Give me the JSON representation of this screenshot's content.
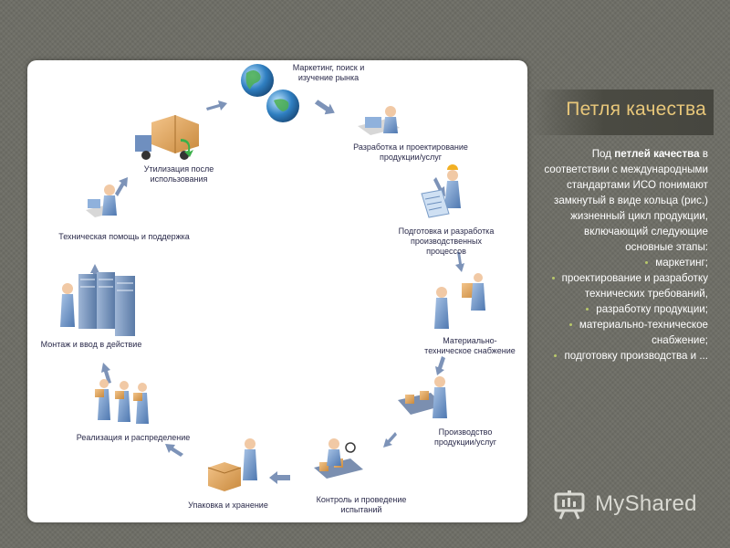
{
  "slide": {
    "title": "Петля качества",
    "intro_pre": "Под ",
    "intro_bold": "петлей качества",
    "intro_post": " в соответствии с международными стандартами ИСО понимают замкнутый в виде кольца (рис.) жизненный цикл продукции, включающий следующие основные этапы:",
    "bullets": [
      "маркетинг;",
      "проектирование и разработку технических требований,",
      "разработку продукции;",
      "материально-техническое снабжение;",
      "подготовку производства и ..."
    ]
  },
  "diagram": {
    "stages": [
      {
        "label": "Маркетинг, поиск и\nизучение рынка",
        "icon": "globe-icon"
      },
      {
        "label": "Разработка и проектирование\nпродукции/услуг",
        "icon": "designer-icon"
      },
      {
        "label": "Подготовка и разработка\nпроизводственных\nпроцессов",
        "icon": "engineer-icon"
      },
      {
        "label": "Материально-\nтехническое снабжение",
        "icon": "supply-icon"
      },
      {
        "label": "Производство\nпродукции/услуг",
        "icon": "production-icon"
      },
      {
        "label": "Контроль и проведение\nиспытаний",
        "icon": "inspection-icon"
      },
      {
        "label": "Упаковка и хранение",
        "icon": "packaging-icon"
      },
      {
        "label": "Реализация и распределение",
        "icon": "distribution-icon"
      },
      {
        "label": "Монтаж и ввод в действие",
        "icon": "installation-icon"
      },
      {
        "label": "Техническая помощь и поддержка",
        "icon": "support-icon"
      },
      {
        "label": "Утилизация после\nиспользования",
        "icon": "recycling-truck-icon"
      }
    ]
  },
  "watermark": {
    "text": "MyShared"
  },
  "colors": {
    "background": "#6e6e66",
    "title": "#e8c77a",
    "bullet": "#b8c96a",
    "arrow": "#7d93b8"
  }
}
